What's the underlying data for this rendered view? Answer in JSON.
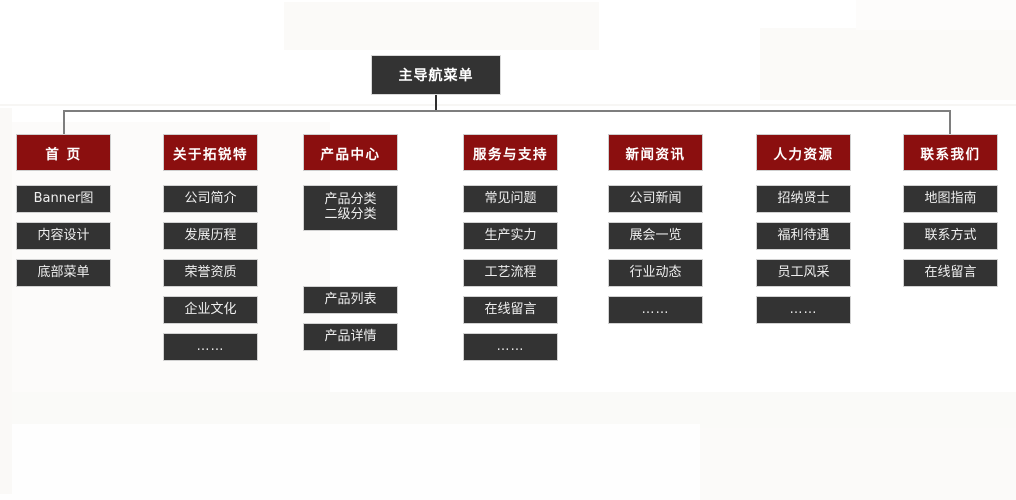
{
  "diagram": {
    "type": "site-map-tree",
    "root": {
      "label": "主导航菜单"
    },
    "colors": {
      "header_red": "#8b0f0f",
      "node_dark": "#333333",
      "connector_gray": "#7e7e7e",
      "page_background": "#ffffff",
      "node_text": "#efefef",
      "header_text": "#ffffff"
    },
    "columns": [
      {
        "id": "home",
        "header": "首 页",
        "items": [
          {
            "label": "Banner图",
            "style": "normal"
          },
          {
            "label": "内容设计",
            "style": "normal"
          },
          {
            "label": "底部菜单",
            "style": "normal"
          }
        ]
      },
      {
        "id": "about",
        "header": "关于拓锐特",
        "items": [
          {
            "label": "公司简介",
            "style": "normal"
          },
          {
            "label": "发展历程",
            "style": "normal"
          },
          {
            "label": "荣誉资质",
            "style": "normal"
          },
          {
            "label": "企业文化",
            "style": "normal"
          },
          {
            "label": "……",
            "style": "dots"
          }
        ]
      },
      {
        "id": "products",
        "header": "产品中心",
        "items": [
          {
            "label": "产品分类\n二级分类",
            "style": "tall"
          },
          {
            "label": "产品列表",
            "style": "gap-before"
          },
          {
            "label": "产品详情",
            "style": "normal"
          }
        ]
      },
      {
        "id": "service",
        "header": "服务与支持",
        "items": [
          {
            "label": "常见问题",
            "style": "normal"
          },
          {
            "label": "生产实力",
            "style": "normal"
          },
          {
            "label": "工艺流程",
            "style": "normal"
          },
          {
            "label": "在线留言",
            "style": "normal"
          },
          {
            "label": "……",
            "style": "dots"
          }
        ]
      },
      {
        "id": "news",
        "header": "新闻资讯",
        "items": [
          {
            "label": "公司新闻",
            "style": "normal"
          },
          {
            "label": "展会一览",
            "style": "normal"
          },
          {
            "label": "行业动态",
            "style": "normal"
          },
          {
            "label": "……",
            "style": "dots"
          }
        ]
      },
      {
        "id": "hr",
        "header": "人力资源",
        "items": [
          {
            "label": "招纳贤士",
            "style": "normal"
          },
          {
            "label": "福利待遇",
            "style": "normal"
          },
          {
            "label": "员工风采",
            "style": "normal"
          },
          {
            "label": "……",
            "style": "dots"
          }
        ]
      },
      {
        "id": "contact",
        "header": "联系我们",
        "items": [
          {
            "label": "地图指南",
            "style": "normal"
          },
          {
            "label": "联系方式",
            "style": "normal"
          },
          {
            "label": "在线留言",
            "style": "normal"
          }
        ]
      }
    ]
  }
}
